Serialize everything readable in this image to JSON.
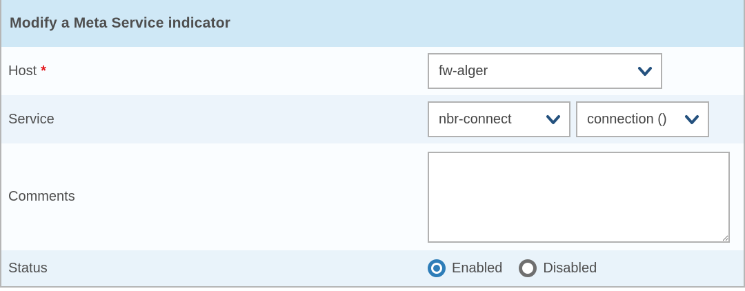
{
  "colors": {
    "header_bg": "#cfe8f6",
    "row_light": "#fafdff",
    "row_blue": "#ecf4fb",
    "status_row_bg": "#e9f3fa",
    "border": "#b6b6b6",
    "input_border": "#b1b1b1",
    "text": "#4e4e4e",
    "required": "#e3171c",
    "chevron": "#24517e",
    "radio_selected": "#2e7db8",
    "radio_unselected": "#6f6f6f"
  },
  "form": {
    "title": "Modify a Meta Service indicator",
    "host": {
      "label": "Host",
      "required_marker": "*",
      "selected_value": "fw-alger"
    },
    "service": {
      "label": "Service",
      "service_selected_value": "nbr-connect",
      "metric_selected_value": "connection ()"
    },
    "comments": {
      "label": "Comments",
      "value": ""
    },
    "status": {
      "label": "Status",
      "options": [
        {
          "label": "Enabled",
          "selected": true
        },
        {
          "label": "Disabled",
          "selected": false
        }
      ]
    }
  }
}
